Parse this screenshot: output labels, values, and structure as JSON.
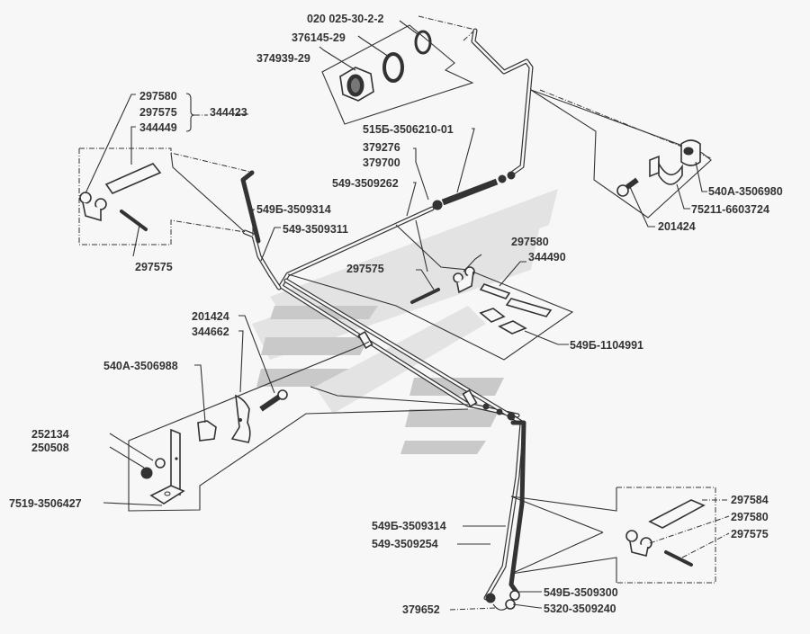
{
  "diagram": {
    "type": "exploded-parts-diagram",
    "subject": "Brake pipeline assembly with clamps and fittings",
    "labels": {
      "p020025": "020 025-30-2-2",
      "p376145": "376145-29",
      "p374939": "374939-29",
      "p297580a": "297580",
      "p297575a": "297575",
      "p344449": "344449",
      "p344423": "344423",
      "p297575b": "297575",
      "p5156": "515Б-3506210-01",
      "p379276": "379276",
      "p379700": "379700",
      "p549_262": "549-3509262",
      "p549b_314a": "549Б-3509314",
      "p549_311": "549-3509311",
      "p540a_980": "540А-3506980",
      "p75211": "75211-6603724",
      "p201424a": "201424",
      "p297580b": "297580",
      "p344490": "344490",
      "p297575c": "297575",
      "p549b_991": "549Б-1104991",
      "p201424b": "201424",
      "p344662": "344662",
      "p540a_988": "540А-3506988",
      "p252134": "252134",
      "p250508": "250508",
      "p7519": "7519-3506427",
      "p297584": "297584",
      "p297580c": "297580",
      "p297575d": "297575",
      "p549b_314b": "549Б-3509314",
      "p549_254": "549-3509254",
      "p549b_300": "549Б-3509300",
      "p379652": "379652",
      "p5320": "5320-3509240"
    }
  }
}
